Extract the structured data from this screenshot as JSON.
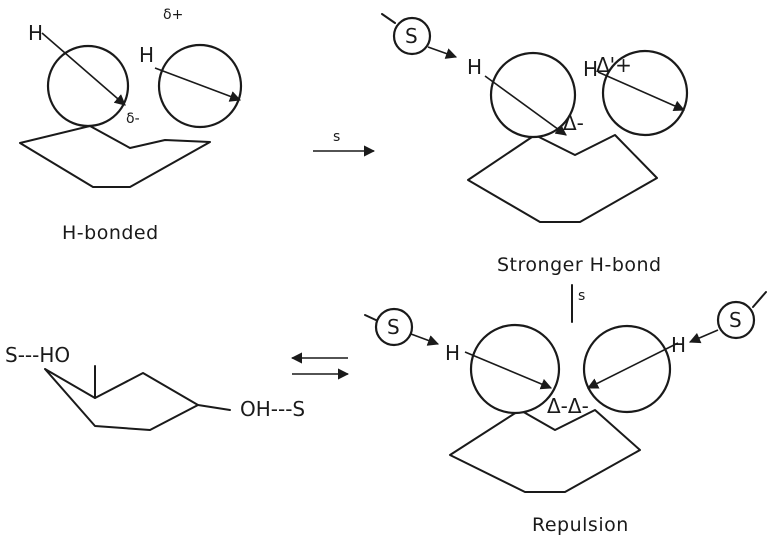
{
  "labels": {
    "h_bonded": "H-bonded",
    "stronger_h_bond": "Stronger H-bond",
    "repulsion": "Repulsion"
  },
  "symbols": {
    "hydrogen": "H",
    "solvent": "S",
    "solvent_arrow": "s",
    "delta_plus": "δ+",
    "delta_minus": "δ-",
    "Delta_minus": "Δ-",
    "Delta_prime_plus": "Δ'+",
    "Delta_minus_pair": "Δ-Δ-",
    "hydroxyl_left": "S---HO",
    "hydroxyl_right": "OH---S"
  }
}
